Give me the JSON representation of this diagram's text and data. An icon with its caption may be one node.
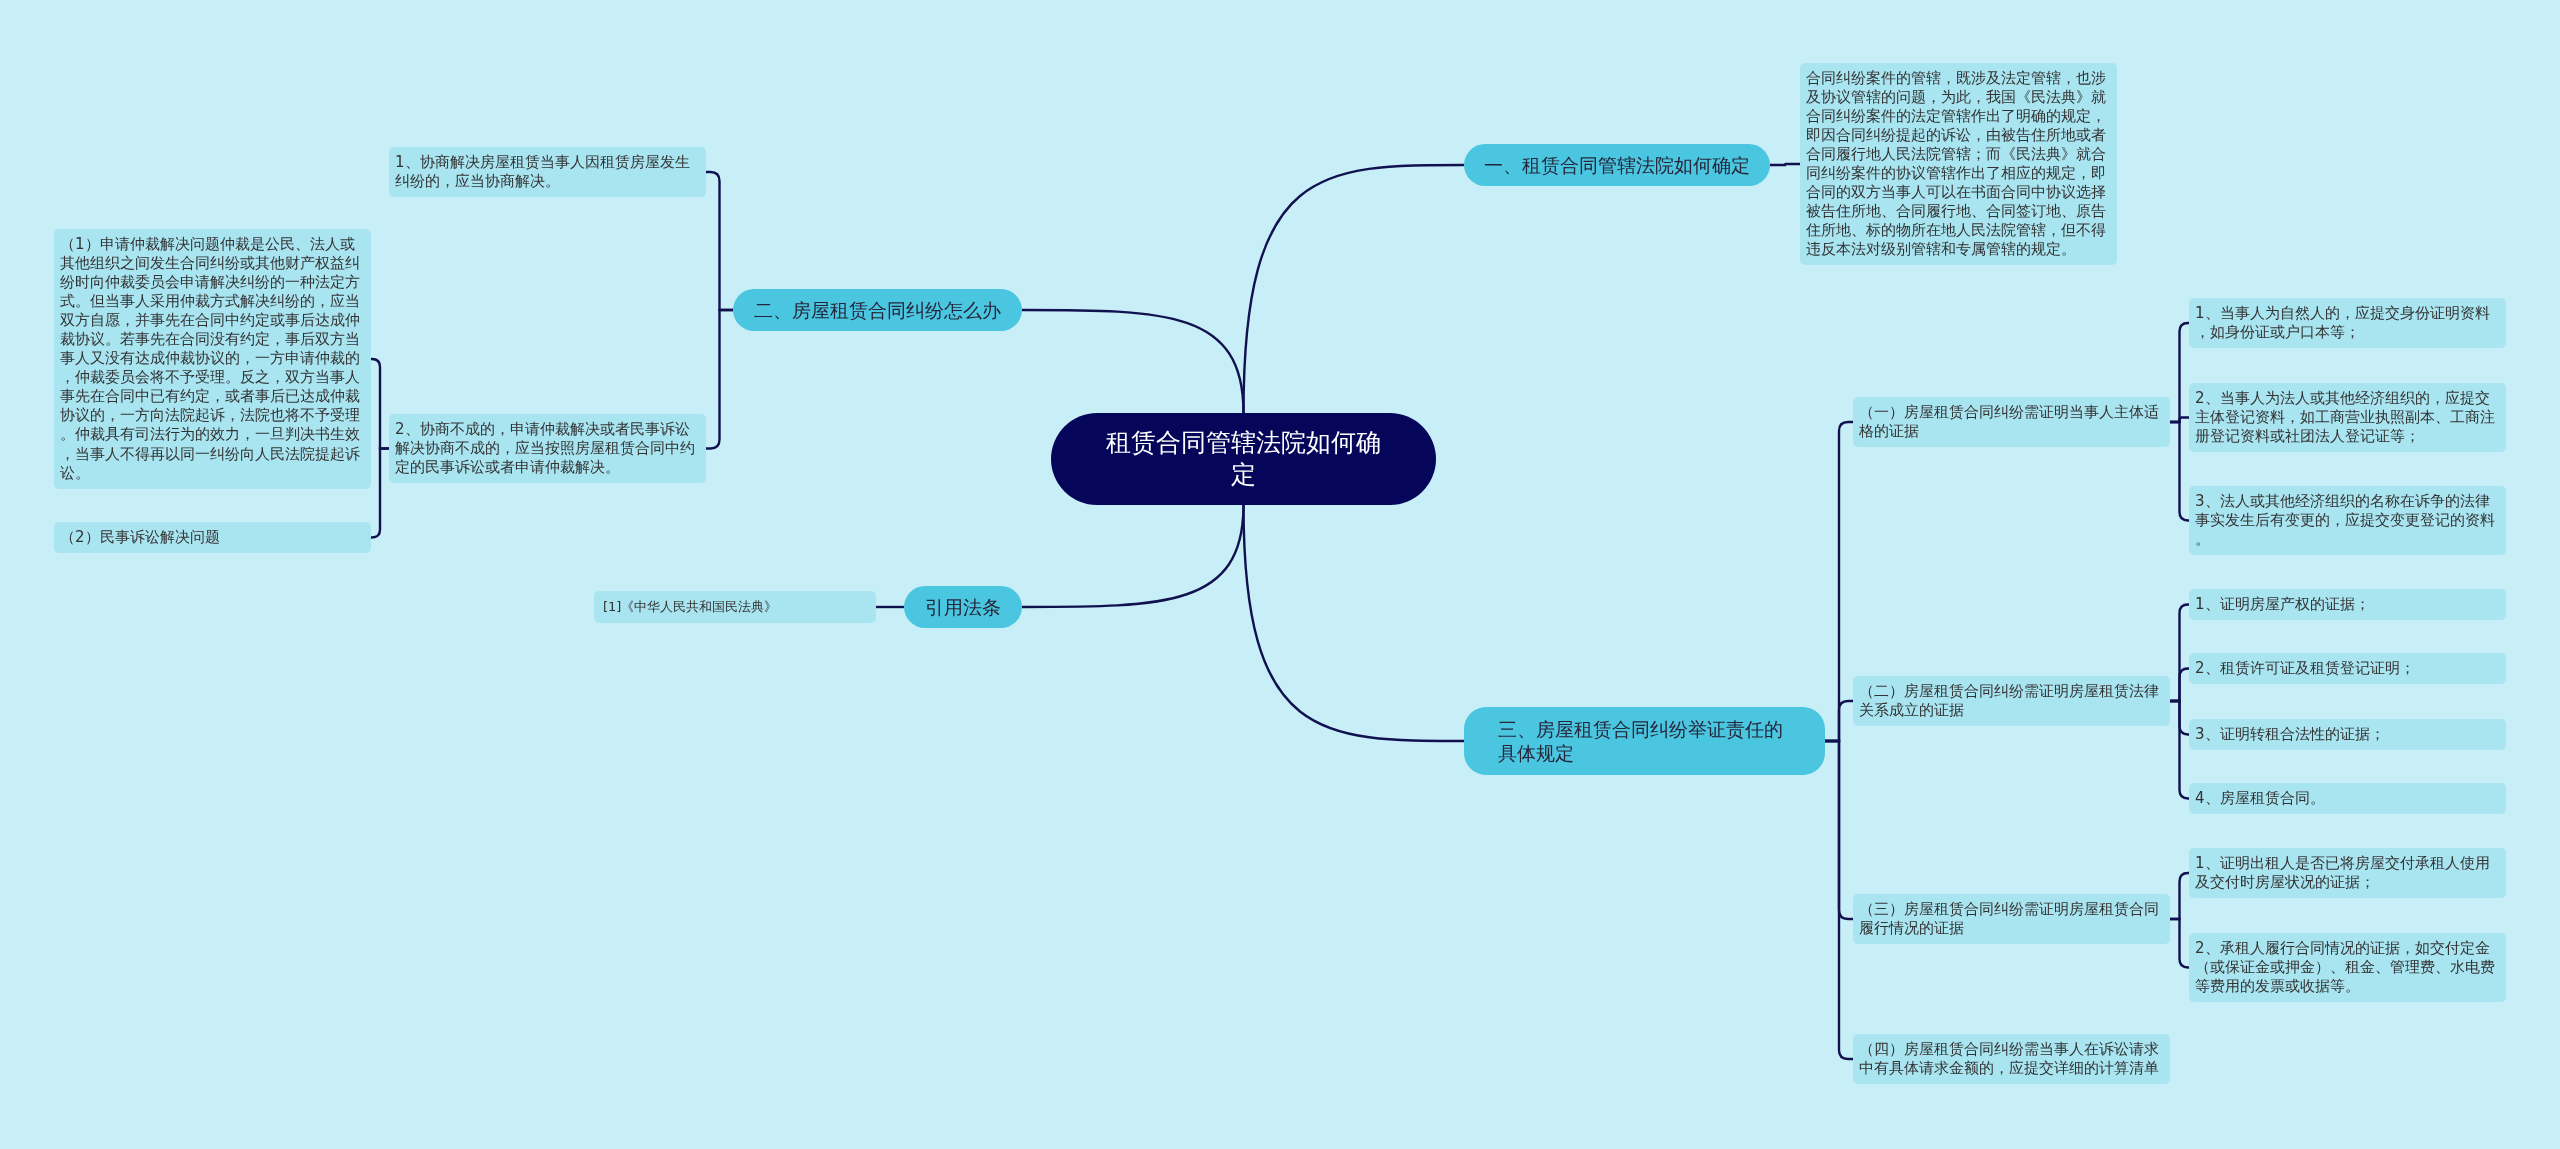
{
  "diagram": {
    "nodes": [
      {
        "text": [
          "租赁合同管辖法院如何确定"
        ]
      },
      {
        "text": [
          "一、租赁合同管辖法院如何确定"
        ]
      },
      {
        "text": [
          "合同纠纷案件的管辖，既涉及法定管辖，也涉及协议管辖的问题，为此，我国《民法典》就合同纠纷案件的法定管辖作出了明确的规定，即因合同纠纷提起的诉讼，由被告住所地或者合同履行地人民法院管辖；而《民法典》就合同纠纷案件的协议管辖作出了相应的规定，即合同的双方当事人可以在书面合同中协议选择被告住所地、合同履行地、合同签订地、原告住所地、标的物所在地人民法院管辖，但不得违反本法对级别管辖和专属管辖的规定。"
        ]
      },
      {
        "text": [
          "二、房屋租赁合同纠纷怎么办"
        ]
      },
      {
        "text": [
          "1、协商解决房屋租赁当事人因租赁房屋发生纠纷的，应当协商解决。"
        ]
      },
      {
        "text": [
          "2、协商不成的，申请仲裁解决或者民事诉讼解决协商不成的，应当按照房屋租赁合同中约定的民事诉讼或者申请仲裁解决。"
        ]
      },
      {
        "text": [
          "（1）申请仲裁解决问题仲裁是公民、法人或其他组织之间发生合同纠纷或其他财产权益纠纷时向仲裁委员会申请解决纠纷的一种法定方式。但当事人采用仲裁方式解决纠纷的，应当双方自愿，并事先在合同中约定或事后达成仲裁协议。若事先在合同没有约定，事后双方当事人又没有达成仲裁协议的，一方申请仲裁的，仲裁委员会将不予受理。反之，双方当事人事先在合同中已有约定，或者事后已达成仲裁协议的，一方向法院起诉，法院也将不予受理。仲裁具有司法行为的效力，一旦判决书生效，当事人不得再以同一纠纷向人民法院提起诉讼。"
        ]
      },
      {
        "text": [
          "（2）民事诉讼解决问题"
        ]
      },
      {
        "text": [
          "引用法条"
        ]
      },
      {
        "text": [
          "[1]《中华人民共和国民法典》"
        ]
      },
      {
        "text": [
          "三、房屋租赁合同纠纷举证责任的具体规定"
        ]
      },
      {
        "text": [
          "（一）房屋租赁合同纠纷需证明当事人主体适格的证据"
        ]
      },
      {
        "text": [
          "1、当事人为自然人的，应提交身份证明资料，如身份证或户口本等；"
        ]
      },
      {
        "text": [
          "2、当事人为法人或其他经济组织的，应提交主体登记资料，如工商营业执照副本、工商注册登记资料或社团法人登记证等；"
        ]
      },
      {
        "text": [
          "3、法人或其他经济组织的名称在诉争的法律事实发生后有变更的，应提交变更登记的资料。"
        ]
      },
      {
        "text": [
          "（二）房屋租赁合同纠纷需证明房屋租赁法律关系成立的证据"
        ]
      },
      {
        "text": [
          "1、证明房屋产权的证据；"
        ]
      },
      {
        "text": [
          "2、租赁许可证及租赁登记证明；"
        ]
      },
      {
        "text": [
          "3、证明转租合法性的证据；"
        ]
      },
      {
        "text": [
          "4、房屋租赁合同。"
        ]
      },
      {
        "text": [
          "（三）房屋租赁合同纠纷需证明房屋租赁合同履行情况的证据"
        ]
      },
      {
        "text": [
          "1、证明出租人是否已将房屋交付承租人使用及交付时房屋状况的证据；"
        ]
      },
      {
        "text": [
          "2、承租人履行合同情况的证据，如交付定金（或保证金或押金）、租金、管理费、水电费等费用的发票或收据等。"
        ]
      },
      {
        "text": [
          "（四）房屋租赁合同纠纷需当事人在诉讼请求中有具体请求金额的，应提交详细的计算清单"
        ]
      }
    ],
    "edges": [
      {
        "from": 0,
        "to": 1,
        "arrow": "none"
      },
      {
        "from": 1,
        "to": 2,
        "arrow": "none"
      },
      {
        "from": 0,
        "to": 3,
        "arrow": "none"
      },
      {
        "from": 3,
        "to": 4,
        "arrow": "none"
      },
      {
        "from": 3,
        "to": 5,
        "arrow": "none"
      },
      {
        "from": 5,
        "to": 6,
        "arrow": "none"
      },
      {
        "from": 5,
        "to": 7,
        "arrow": "none"
      },
      {
        "from": 0,
        "to": 8,
        "arrow": "none"
      },
      {
        "from": 8,
        "to": 9,
        "arrow": "none"
      },
      {
        "from": 0,
        "to": 10,
        "arrow": "none"
      },
      {
        "from": 10,
        "to": 11,
        "arrow": "none"
      },
      {
        "from": 11,
        "to": 12,
        "arrow": "none"
      },
      {
        "from": 11,
        "to": 13,
        "arrow": "none"
      },
      {
        "from": 11,
        "to": 14,
        "arrow": "none"
      },
      {
        "from": 10,
        "to": 15,
        "arrow": "none"
      },
      {
        "from": 15,
        "to": 16,
        "arrow": "none"
      },
      {
        "from": 15,
        "to": 17,
        "arrow": "none"
      },
      {
        "from": 15,
        "to": 18,
        "arrow": "none"
      },
      {
        "from": 15,
        "to": 19,
        "arrow": "none"
      },
      {
        "from": 10,
        "to": 20,
        "arrow": "none"
      },
      {
        "from": 20,
        "to": 21,
        "arrow": "none"
      },
      {
        "from": 20,
        "to": 22,
        "arrow": "none"
      },
      {
        "from": 10,
        "to": 23,
        "arrow": "none"
      }
    ]
  }
}
